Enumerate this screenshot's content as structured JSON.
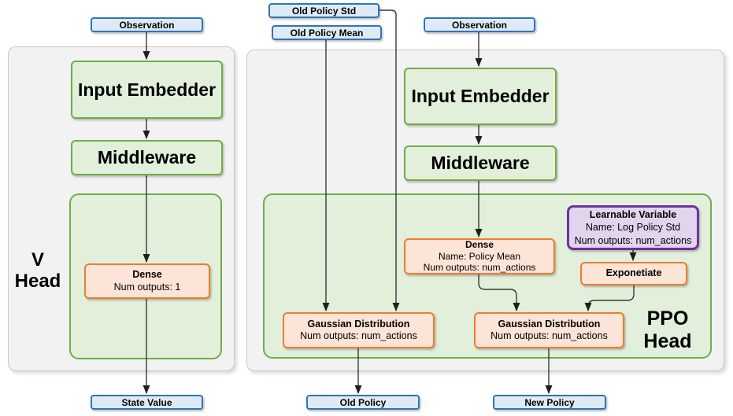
{
  "colors": {
    "io_fill": "#DEEBF7",
    "io_border": "#2E75B6",
    "module_fill": "#E2EFDA",
    "module_border": "#70AD47",
    "layer_fill": "#FCE4D6",
    "layer_border": "#ED7D31",
    "variable_fill": "#E2D4EC",
    "variable_border": "#7030A0",
    "panel_fill": "#F2F2F2",
    "panel_border": "#C9C9C9",
    "arrow_color": "#383838",
    "text_color": "#000000"
  },
  "v_head": {
    "label_line1": "V",
    "label_line2": "Head",
    "observation": "Observation",
    "input_embedder": "Input Embedder",
    "middleware": "Middleware",
    "dense_title": "Dense",
    "dense_line2": "Num outputs: 1",
    "output": "State Value"
  },
  "ppo_head": {
    "label_line1": "PPO",
    "label_line2": "Head",
    "old_policy_std": "Old Policy Std",
    "old_policy_mean": "Old Policy Mean",
    "observation": "Observation",
    "input_embedder": "Input Embedder",
    "middleware": "Middleware",
    "dense_title": "Dense",
    "dense_line2": "Name: Policy Mean",
    "dense_line3": "Num outputs: num_actions",
    "learnable_title": "Learnable Variable",
    "learnable_line2": "Name: Log Policy Std",
    "learnable_line3": "Num outputs: num_actions",
    "exponetiate": "Exponetiate",
    "gaussian_old_title": "Gaussian Distribution",
    "gaussian_old_line2": "Num outputs: num_actions",
    "gaussian_new_title": "Gaussian Distribution",
    "gaussian_new_line2": "Num outputs: num_actions",
    "output_old": "Old Policy",
    "output_new": "New Policy"
  }
}
